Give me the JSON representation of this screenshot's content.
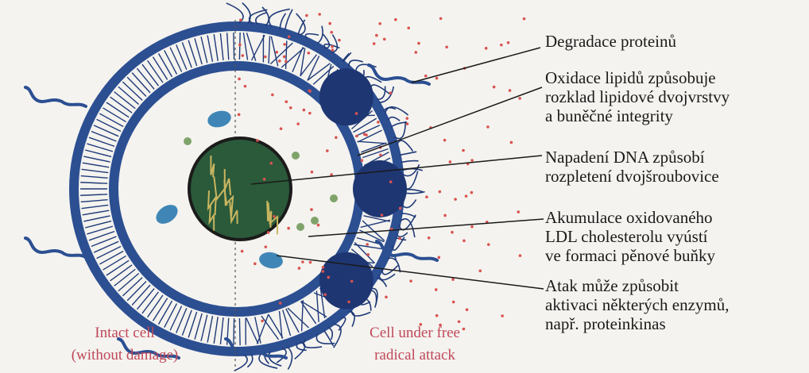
{
  "annotations": [
    {
      "id": "protein-degradation",
      "lines": [
        "Degradace proteinů"
      ]
    },
    {
      "id": "lipid-oxidation",
      "lines": [
        "Oxidace lipidů způsobuje",
        "rozklad lipidové dvojvrstvy",
        "a buněčné integrity"
      ]
    },
    {
      "id": "dna-attack",
      "lines": [
        "Napadení DNA způsobí",
        "rozpletení dvojšroubovice"
      ]
    },
    {
      "id": "ldl-accumulation",
      "lines": [
        "Akumulace oxidovaného",
        "LDL cholesterolu vyústí",
        "ve formaci pěnové buňky"
      ]
    },
    {
      "id": "enzyme-activation",
      "lines": [
        "Atak může způsobit",
        "aktivaci některých enzymů,",
        "např.  proteinkinas"
      ]
    }
  ],
  "captions": {
    "intact": [
      "Intact cell",
      "(without damage)"
    ],
    "attacked": [
      "Cell under free",
      "radical attack"
    ]
  },
  "colors": {
    "membrane": "#2c4f92",
    "membrane_dark": "#1f3a78",
    "nucleus": "#2a5a3a",
    "radical_dots": "#d9534f",
    "caption_text": "#c0485a"
  }
}
